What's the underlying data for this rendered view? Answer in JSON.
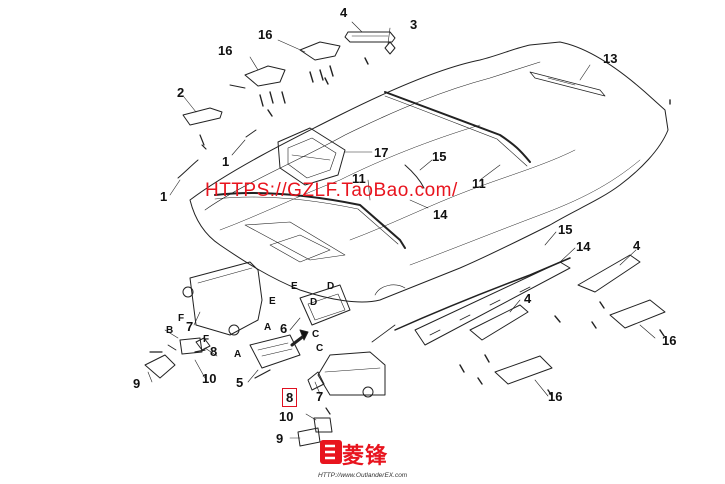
{
  "watermark": {
    "text": "HTTPS://GZLF.TaoBao.com/"
  },
  "logo": {
    "text": "菱锋",
    "url": "HTTP://www.OutlanderEX.com"
  },
  "callouts": [
    {
      "id": "c4a",
      "label": "4"
    },
    {
      "id": "c3",
      "label": "3"
    },
    {
      "id": "c16a",
      "label": "16"
    },
    {
      "id": "c16b",
      "label": "16"
    },
    {
      "id": "c13",
      "label": "13"
    },
    {
      "id": "c2",
      "label": "2"
    },
    {
      "id": "c1a",
      "label": "1"
    },
    {
      "id": "c17",
      "label": "17"
    },
    {
      "id": "c15a",
      "label": "15"
    },
    {
      "id": "c1b",
      "label": "1"
    },
    {
      "id": "c11a",
      "label": "11"
    },
    {
      "id": "c11b",
      "label": "11"
    },
    {
      "id": "c14a",
      "label": "14"
    },
    {
      "id": "c15b",
      "label": "15"
    },
    {
      "id": "c14b",
      "label": "14"
    },
    {
      "id": "c4b",
      "label": "4"
    },
    {
      "id": "c4c",
      "label": "4"
    },
    {
      "id": "c16c",
      "label": "16"
    },
    {
      "id": "c16d",
      "label": "16"
    },
    {
      "id": "c7a",
      "label": "7"
    },
    {
      "id": "c6",
      "label": "6"
    },
    {
      "id": "c8a",
      "label": "8"
    },
    {
      "id": "c10a",
      "label": "10"
    },
    {
      "id": "c9a",
      "label": "9"
    },
    {
      "id": "c5",
      "label": "5"
    },
    {
      "id": "c8b",
      "label": "8"
    },
    {
      "id": "c7b",
      "label": "7"
    },
    {
      "id": "c10b",
      "label": "10"
    },
    {
      "id": "c9b",
      "label": "9"
    }
  ],
  "letters": [
    {
      "id": "lE1",
      "label": "E"
    },
    {
      "id": "lD1",
      "label": "D"
    },
    {
      "id": "lE2",
      "label": "E"
    },
    {
      "id": "lD2",
      "label": "D"
    },
    {
      "id": "lF1",
      "label": "F"
    },
    {
      "id": "lF2",
      "label": "F"
    },
    {
      "id": "lA1",
      "label": "A"
    },
    {
      "id": "lA2",
      "label": "A"
    },
    {
      "id": "lB",
      "label": "B"
    },
    {
      "id": "lC1",
      "label": "C"
    },
    {
      "id": "lC2",
      "label": "C"
    }
  ],
  "colors": {
    "line": "#222222",
    "watermark": "#e8141e",
    "highlight_box": "#e01020"
  }
}
